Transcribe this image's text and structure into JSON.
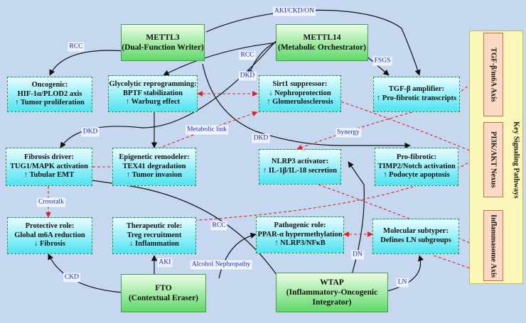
{
  "writers": {
    "mettl3": {
      "name": "METTL3",
      "role": "(Dual-Function Writer)"
    },
    "mettl14": {
      "name": "METTL14",
      "role": "(Metabolic Orchestrator)"
    },
    "fto": {
      "name": "FTO",
      "role": "(Contextual Eraser)"
    },
    "wtap": {
      "name": "WTAP",
      "role": "(Inflammatory-Oncogenic",
      "role2": "Integrator)"
    }
  },
  "effects": {
    "oncogenic": [
      "Oncogenic:",
      "HIF-1α/PLOD2 axis",
      "↑ Tumor proliferation"
    ],
    "glycolytic": [
      "Glycolytic reprogramming:",
      "BPTF stabilization",
      "↑ Warburg effect"
    ],
    "sirt1": [
      "Sirt1 suppressor:",
      "↓ Nephroprotection",
      "↑ Glomerulosclerosis"
    ],
    "tgfb": [
      "TGF-β amplifier:",
      "↑ Pro-fibrotic transcripts"
    ],
    "fibrosis": [
      "Fibrosis driver:",
      "TUG1/MAPK activation",
      "↑ Tubular EMT"
    ],
    "epigenetic": [
      "Epigenetic remodeler:",
      "TEX41 degradation",
      "↑ Tumor invasion"
    ],
    "nlrp3": [
      "NLRP3 activator:",
      "↑ IL-1β/IL-18 secretion"
    ],
    "profibrotic": [
      "Pro-fibrotic:",
      "TIMP2/Notch activation",
      "↑ Podocyte apoptosis"
    ],
    "protective": [
      "Protective role:",
      "Global m6A reduction",
      "↓ Fibrosis"
    ],
    "therapeutic": [
      "Therapeutic role:",
      "Treg recruitment",
      "↓ Inflammation"
    ],
    "pathogenic": [
      "Pathogenic role:",
      "PPAR-α hypermethylation",
      "↑ NLRP3/NFκB"
    ],
    "molecular": [
      "Molecular subtyper:",
      "Defines LN subgroups"
    ]
  },
  "edge_labels": {
    "aki_ckd_on": "AKI/CKD/ON",
    "rcc_left": "RCC",
    "rcc_mid": "RCC",
    "dkd_mid": "DKD",
    "fsgs": "FSGS",
    "dkd_left": "DKD",
    "metabolic_link": "Metabolic link",
    "dkd_right": "DKD",
    "synergy": "Synergy",
    "crosstalk": "Crosstalk",
    "rcc_bottom": "RCC",
    "aki": "AKI",
    "alcohol": "Alcohol Nephropathy",
    "dn": "DN",
    "ckd": "CKD",
    "ln": "LN"
  },
  "legend": {
    "title": "Key Signaling Pathways",
    "axes": [
      "TGF-β/m6A Axis",
      "PI3K/AKT Nexus",
      "Inflammasome Axis"
    ]
  },
  "colors": {
    "background": "#c6d8f0",
    "solid_edge": "#111111",
    "dashed_edge": "#e02020",
    "label_text": "#1f2f9a"
  }
}
